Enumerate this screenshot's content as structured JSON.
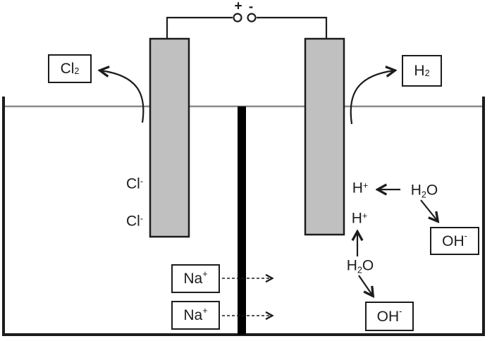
{
  "power_supply": {
    "positive_terminal": "+",
    "negative_terminal": "-"
  },
  "formulas": {
    "chlorine_gas": [
      {
        "t": "Cl"
      },
      {
        "t": "2",
        "s": "sub"
      }
    ],
    "hydrogen_gas": [
      {
        "t": "H"
      },
      {
        "t": "2",
        "s": "sub"
      }
    ],
    "chloride_ion": [
      {
        "t": "Cl"
      },
      {
        "t": "-",
        "s": "sup"
      }
    ],
    "hydrogen_ion": [
      {
        "t": "H"
      },
      {
        "t": "+",
        "s": "sup"
      }
    ],
    "sodium_ion": [
      {
        "t": "Na"
      },
      {
        "t": "+",
        "s": "sup"
      }
    ],
    "water": [
      {
        "t": "H"
      },
      {
        "t": "2",
        "s": "sub"
      },
      {
        "t": "O"
      }
    ],
    "hydroxide_ion": [
      {
        "t": "OH"
      },
      {
        "t": "-",
        "s": "sup"
      }
    ]
  },
  "colors": {
    "line": "#1c1c1c",
    "electrode_fill": "#c0c0c0",
    "membrane": "#000000",
    "water_line": "#8a8a8a",
    "background": "#ffffff"
  }
}
